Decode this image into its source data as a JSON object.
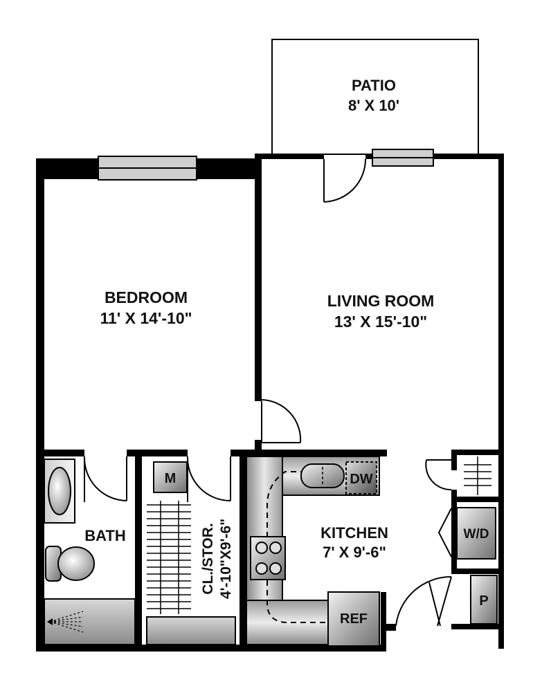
{
  "rooms": {
    "patio": {
      "name": "PATIO",
      "dims": "8' X 10'"
    },
    "bedroom": {
      "name": "BEDROOM",
      "dims": "11' X 14'-10\""
    },
    "living": {
      "name": "LIVING ROOM",
      "dims": "13' X  15'-10\""
    },
    "kitchen": {
      "name": "KITCHEN",
      "dims": "7' X 9'-6\""
    },
    "bath": {
      "name": "BATH"
    },
    "closet": {
      "name": "CL./STOR.",
      "dims": "4'-10\"X9'-6\""
    }
  },
  "fixtures": {
    "mech": "M",
    "dishwasher": "DW",
    "washer_dryer": "W/D",
    "refrigerator": "REF",
    "pantry": "P"
  },
  "colors": {
    "wall": "#000000",
    "window": "#cfcfcf",
    "fixture_dark": "#777777",
    "fixture_light": "#e6e6e6"
  }
}
